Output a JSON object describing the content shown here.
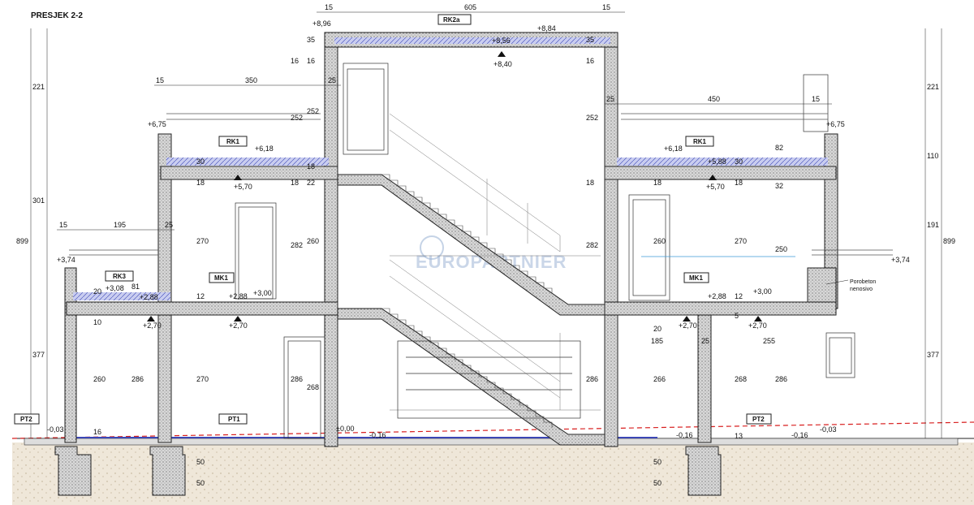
{
  "title": "PRESJEK 2-2",
  "watermark": "EUROPARTNIER",
  "level_marks": {
    "roof_top": "+8,96",
    "roof_slab_left": "+8,56",
    "roof_top_right": "+8,84",
    "roof_under": "+8,40",
    "parapet_left": "+6,75",
    "parapet_right": "+6,75",
    "rk1_left": "+6,18",
    "rk1_right": "+6,18",
    "rk1_right_slab": "+5,88",
    "first_floor_left": "+5,70",
    "first_floor_right": "+5,70",
    "terrace_left": "+3,74",
    "terrace_right": "+3,74",
    "rk3": "+3,08",
    "mk1_left_a": "+2,88",
    "mk1_left_b": "+3,00",
    "mk1_right_a": "+2,88",
    "mk1_right_b": "+3,00",
    "ground_ceiling_left_a": "+2,70",
    "ground_ceiling_left_b": "+2,70",
    "ground_ceiling_right_a": "+2,70",
    "ground_ceiling_right_b": "+2,70",
    "zero": "±0,00",
    "ground_left": "-0,03",
    "ground_right": "-0,03",
    "floor_m1": "-0,16",
    "floor_m2": "-0,16",
    "floor_m3": "-0,16"
  },
  "tags": {
    "rk2a": "RK2a",
    "rk1_left": "RK1",
    "rk1_right": "RK1",
    "rk3": "RK3",
    "mk1_left": "MK1",
    "mk1_right": "MK1",
    "pt1": "PT1",
    "pt2_left": "PT2",
    "pt2_right": "PT2"
  },
  "note": {
    "line1": "Porobeton",
    "line2": "nenosivo"
  },
  "dims": {
    "top_605": "605",
    "top_15a": "15",
    "top_15b": "15",
    "left_15a": "15",
    "left_350": "350",
    "left_25a": "25",
    "left_15b": "15",
    "left_195": "195",
    "left_25b": "25",
    "right_25": "25",
    "right_450": "450",
    "right_15": "15",
    "outer_left_221": "221",
    "outer_left_301": "301",
    "outer_left_899": "899",
    "outer_left_377": "377",
    "outer_right_221": "221",
    "outer_right_110": "110",
    "outer_right_191": "191",
    "outer_right_899": "899",
    "outer_right_377": "377",
    "d35a": "35",
    "d35b": "35",
    "d16a": "16",
    "d16b": "16",
    "d16c": "16",
    "d252a": "252",
    "d252b": "252",
    "d252c": "252",
    "d30a": "30",
    "d30b": "30",
    "d18a": "18",
    "d18b": "18",
    "d18c": "18",
    "d18d": "18",
    "d18e": "18",
    "d18f": "18",
    "d22": "22",
    "d32": "32",
    "d82": "82",
    "d270a": "270",
    "d282a": "282",
    "d260a": "260",
    "d282b": "282",
    "d260b": "260",
    "d270b": "270",
    "d250": "250",
    "d20a": "20",
    "d81": "81",
    "d12a": "12",
    "d12b": "12",
    "d10": "10",
    "d260c": "260",
    "d286a": "286",
    "d270c": "270",
    "d286b": "286",
    "d268a": "268",
    "d286c": "286",
    "d266": "266",
    "d268b": "268",
    "d286d": "286",
    "d185": "185",
    "d25c": "25",
    "d255": "255",
    "d20b": "20",
    "d5": "5",
    "d13": "13",
    "d16d": "16",
    "d50a": "50",
    "d50b": "50",
    "d50c": "50",
    "d50d": "50"
  }
}
